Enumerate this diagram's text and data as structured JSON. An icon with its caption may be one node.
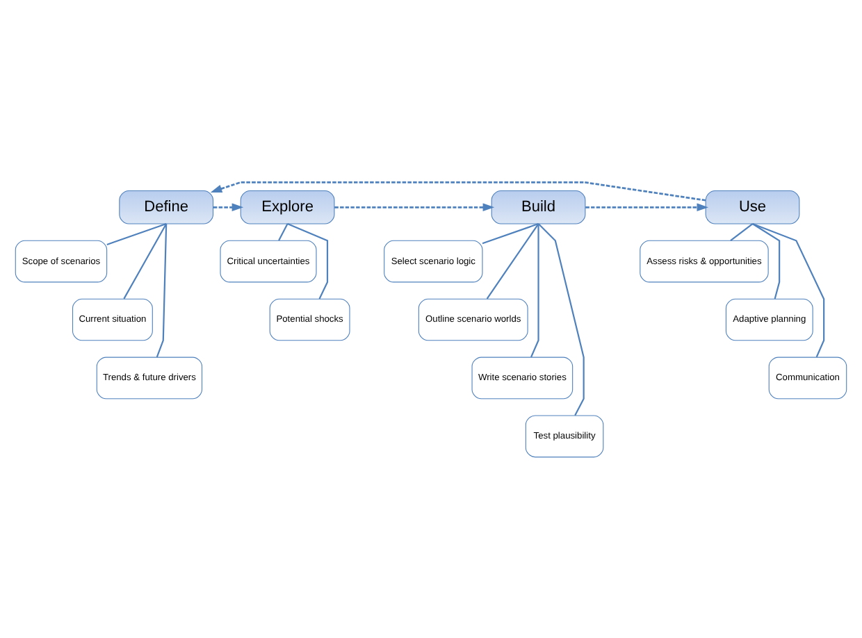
{
  "diagram": {
    "nodes": [
      {
        "text": [
          "Define"
        ]
      },
      {
        "text": [
          "Explore"
        ]
      },
      {
        "text": [
          "Build"
        ]
      },
      {
        "text": [
          "Use"
        ]
      },
      {
        "text": [
          "Scope of scenarios"
        ]
      },
      {
        "text": [
          "Current situation"
        ]
      },
      {
        "text": [
          "Trends & future drivers"
        ]
      },
      {
        "text": [
          "Critical uncertainties"
        ]
      },
      {
        "text": [
          "Potential shocks"
        ]
      },
      {
        "text": [
          "Select scenario logic"
        ]
      },
      {
        "text": [
          "Outline scenario worlds"
        ]
      },
      {
        "text": [
          "Write scenario stories"
        ]
      },
      {
        "text": [
          "Test plausibility"
        ]
      },
      {
        "text": [
          "Assess risks & opportunities"
        ]
      },
      {
        "text": [
          "Adaptive planning"
        ]
      },
      {
        "text": [
          "Communication"
        ]
      }
    ],
    "edges": [
      {
        "from": 0,
        "to": 1,
        "arrow": "to",
        "style": "dashed"
      },
      {
        "from": 1,
        "to": 2,
        "arrow": "to",
        "style": "dashed"
      },
      {
        "from": 2,
        "to": 3,
        "arrow": "to",
        "style": "dashed"
      },
      {
        "from": 3,
        "to": 0,
        "arrow": "to",
        "style": "dashed"
      },
      {
        "from": 0,
        "to": 4,
        "arrow": "none"
      },
      {
        "from": 0,
        "to": 5,
        "arrow": "none"
      },
      {
        "from": 0,
        "to": 6,
        "arrow": "none"
      },
      {
        "from": 1,
        "to": 7,
        "arrow": "none"
      },
      {
        "from": 1,
        "to": 8,
        "arrow": "none"
      },
      {
        "from": 2,
        "to": 9,
        "arrow": "none"
      },
      {
        "from": 2,
        "to": 10,
        "arrow": "none"
      },
      {
        "from": 2,
        "to": 11,
        "arrow": "none"
      },
      {
        "from": 2,
        "to": 12,
        "arrow": "none"
      },
      {
        "from": 3,
        "to": 13,
        "arrow": "none"
      },
      {
        "from": 3,
        "to": 14,
        "arrow": "none"
      },
      {
        "from": 3,
        "to": 15,
        "arrow": "none"
      }
    ]
  }
}
